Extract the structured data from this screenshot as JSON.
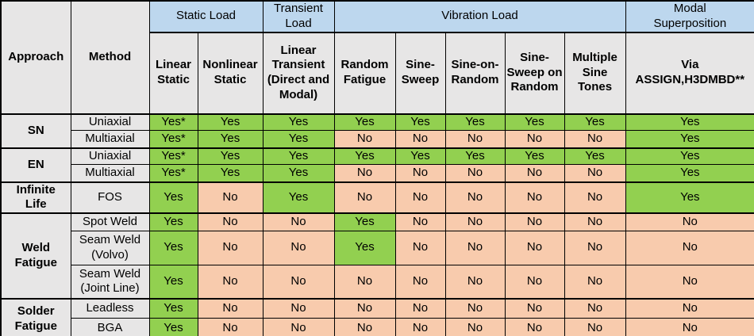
{
  "table": {
    "corner": {
      "approach": "Approach",
      "method": "Method"
    },
    "load_groups": [
      {
        "label": "Static Load",
        "span": 2
      },
      {
        "label": "Transient Load",
        "span": 1
      },
      {
        "label": "Vibration Load",
        "span": 5
      },
      {
        "label": "Modal Superposition",
        "span": 1
      }
    ],
    "columns": [
      "Linear Static",
      "Nonlinear Static",
      "Linear Transient (Direct and Modal)",
      "Random Fatigue",
      "Sine-Sweep",
      "Sine-on-Random",
      "Sine-Sweep on Random",
      "Multiple Sine Tones",
      "Via ASSIGN,H3DMBD**"
    ],
    "colors": {
      "yes_green": "#92D050",
      "no_orange": "#F8CBAD",
      "group_header_blue": "#BDD7EE",
      "label_gray": "#E7E6E6"
    },
    "sections": [
      {
        "approach": "SN",
        "rows": [
          {
            "method": "Uniaxial",
            "values": [
              "Yes*",
              "Yes",
              "Yes",
              "Yes",
              "Yes",
              "Yes",
              "Yes",
              "Yes",
              "Yes"
            ]
          },
          {
            "method": "Multiaxial",
            "values": [
              "Yes*",
              "Yes",
              "Yes",
              "No",
              "No",
              "No",
              "No",
              "No",
              "Yes"
            ]
          }
        ]
      },
      {
        "approach": "EN",
        "rows": [
          {
            "method": "Uniaxial",
            "values": [
              "Yes*",
              "Yes",
              "Yes",
              "Yes",
              "Yes",
              "Yes",
              "Yes",
              "Yes",
              "Yes"
            ]
          },
          {
            "method": "Multiaxial",
            "values": [
              "Yes*",
              "Yes",
              "Yes",
              "No",
              "No",
              "No",
              "No",
              "No",
              "Yes"
            ]
          }
        ]
      },
      {
        "approach": "Infinite Life",
        "rows": [
          {
            "method": "FOS",
            "values": [
              "Yes",
              "No",
              "Yes",
              "No",
              "No",
              "No",
              "No",
              "No",
              "Yes"
            ]
          }
        ]
      },
      {
        "approach": "Weld Fatigue",
        "rows": [
          {
            "method": "Spot Weld",
            "values": [
              "Yes",
              "No",
              "No",
              "Yes",
              "No",
              "No",
              "No",
              "No",
              "No"
            ]
          },
          {
            "method": "Seam Weld (Volvo)",
            "values": [
              "Yes",
              "No",
              "No",
              "Yes",
              "No",
              "No",
              "No",
              "No",
              "No"
            ]
          },
          {
            "method": "Seam Weld (Joint Line)",
            "values": [
              "Yes",
              "No",
              "No",
              "No",
              "No",
              "No",
              "No",
              "No",
              "No"
            ]
          }
        ]
      },
      {
        "approach": "Solder Fatigue",
        "rows": [
          {
            "method": "Leadless",
            "values": [
              "Yes",
              "No",
              "No",
              "No",
              "No",
              "No",
              "No",
              "No",
              "No"
            ]
          },
          {
            "method": "BGA",
            "values": [
              "Yes",
              "No",
              "No",
              "No",
              "No",
              "No",
              "No",
              "No",
              "No"
            ]
          }
        ]
      }
    ]
  }
}
